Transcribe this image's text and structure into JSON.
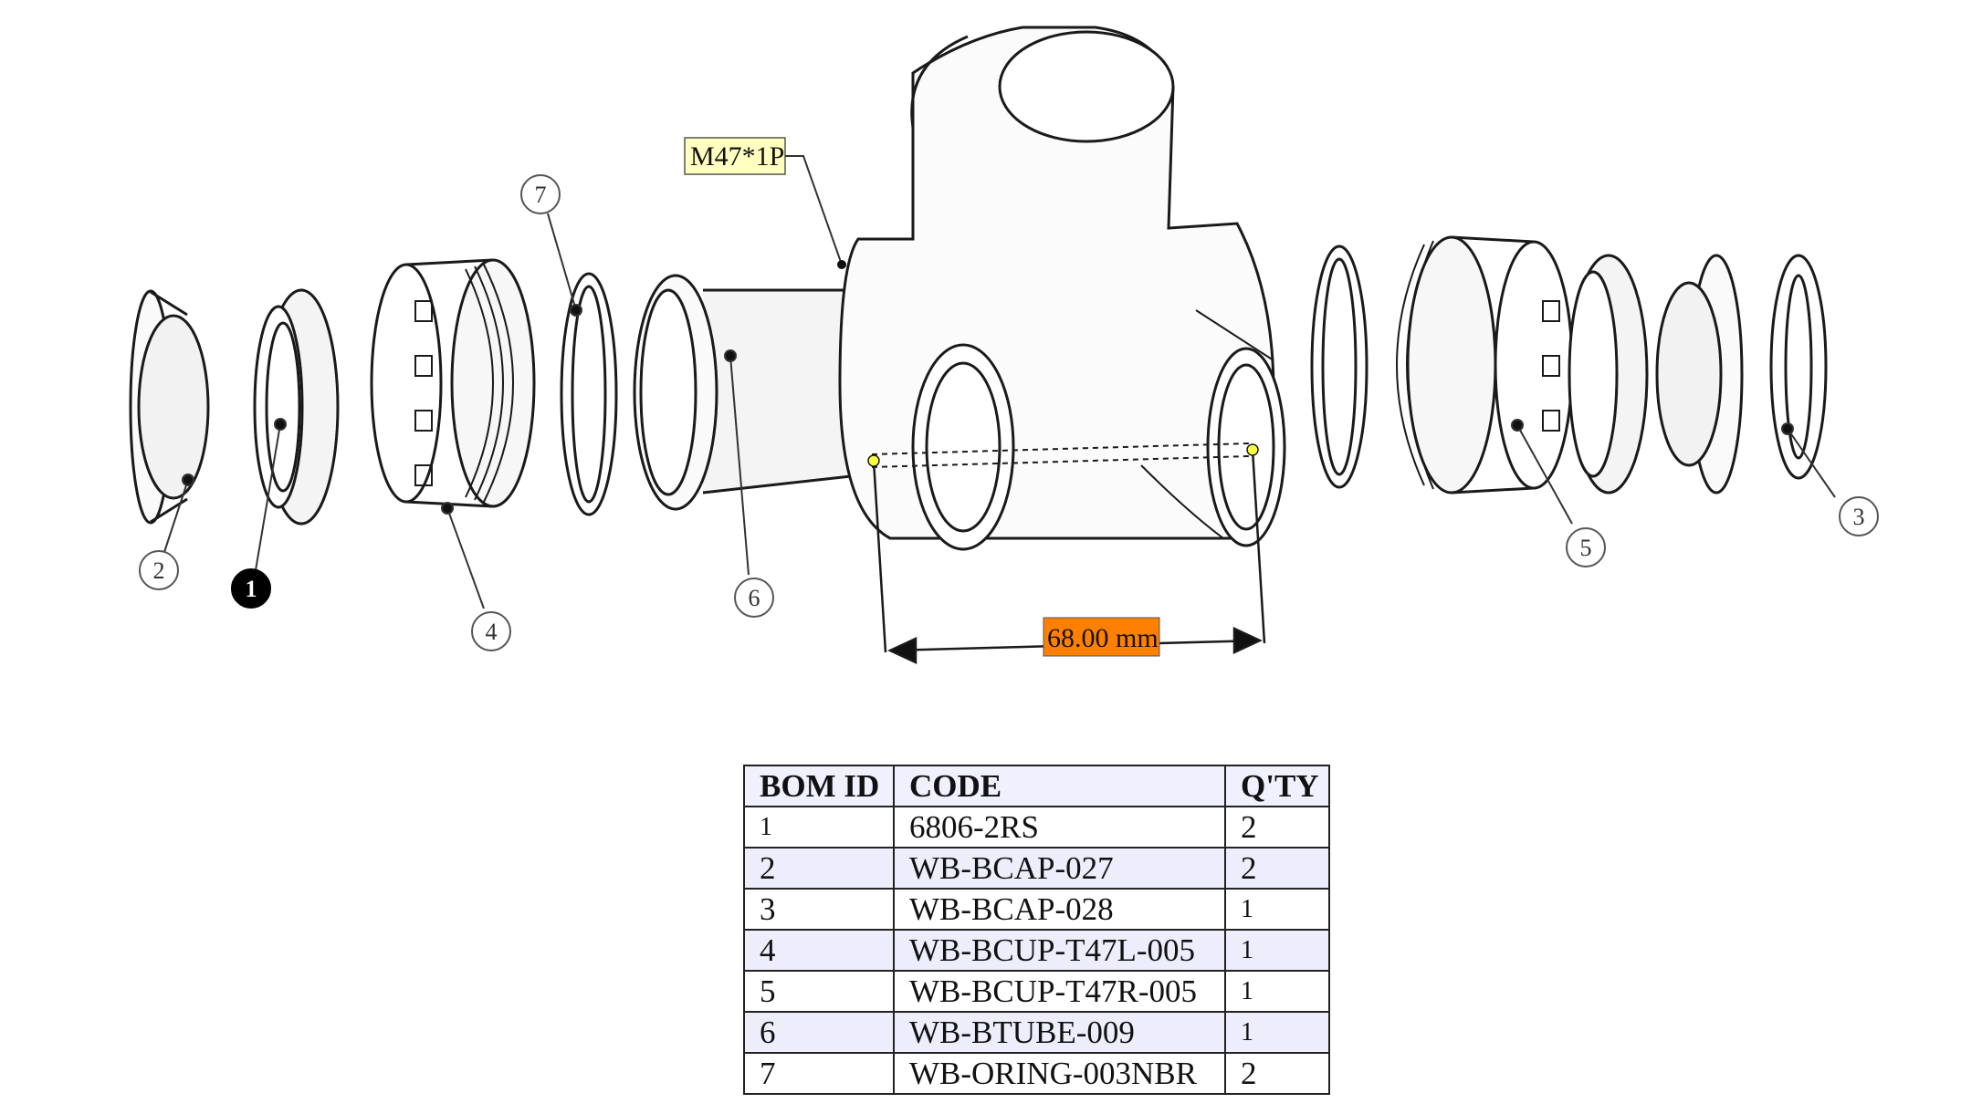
{
  "callouts": {
    "c1": "1",
    "c2": "2",
    "c3": "3",
    "c4": "4",
    "c5": "5",
    "c6": "6",
    "c7": "7"
  },
  "thread_label": "M47*1P",
  "dimension_label": "68.00 mm",
  "colors": {
    "thread_tag": "#ffffc0",
    "dimension_tag": "#ff8000",
    "table_shade": "#ededfc"
  },
  "bom": {
    "headers": [
      "BOM ID",
      "CODE",
      "Q'TY"
    ],
    "rows": [
      {
        "id": "1",
        "code": "6806-2RS",
        "qty": "2"
      },
      {
        "id": "2",
        "code": "WB-BCAP-027",
        "qty": "2"
      },
      {
        "id": "3",
        "code": "WB-BCAP-028",
        "qty": "1"
      },
      {
        "id": "4",
        "code": "WB-BCUP-T47L-005",
        "qty": "1"
      },
      {
        "id": "5",
        "code": "WB-BCUP-T47R-005",
        "qty": "1"
      },
      {
        "id": "6",
        "code": "WB-BTUBE-009",
        "qty": "1"
      },
      {
        "id": "7",
        "code": "WB-ORING-003NBR",
        "qty": "2"
      }
    ]
  }
}
